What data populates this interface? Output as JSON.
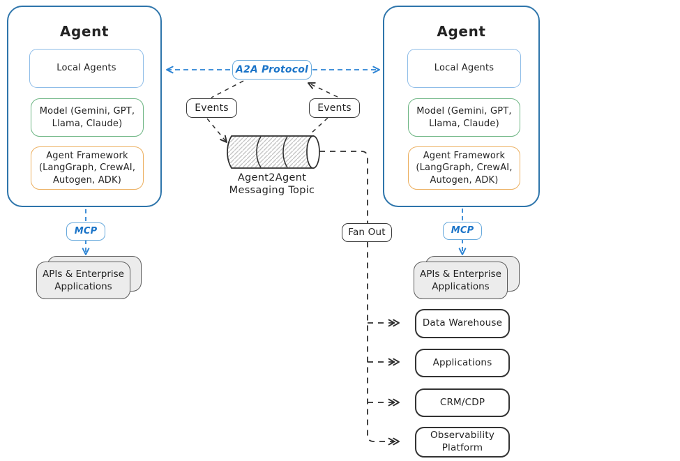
{
  "palette": {
    "agent_border": "#2e75ab",
    "local_agents_border": "#8fbde8",
    "model_border": "#6db583",
    "framework_border": "#ecaf5f",
    "protocol_blue": "#1b74c8",
    "arrow_blue": "#2b83d4",
    "line_dark": "#2f2f2f",
    "card_fill": "#ececec"
  },
  "agent": {
    "title": "Agent",
    "local_agents": "Local Agents",
    "model": "Model (Gemini, GPT,\nLlama, Claude)",
    "framework": "Agent Framework\n(LangGraph, CrewAI,\nAutogen, ADK)"
  },
  "protocol": {
    "label": "A2A Protocol"
  },
  "events": {
    "label": "Events"
  },
  "topic": {
    "label": "Agent2Agent\nMessaging Topic"
  },
  "mcp": {
    "label": "MCP"
  },
  "apis": {
    "label": "APIs & Enterprise\nApplications"
  },
  "fan_out": {
    "label": "Fan Out"
  },
  "destinations": [
    {
      "label": "Data Warehouse"
    },
    {
      "label": "Applications"
    },
    {
      "label": "CRM/CDP"
    },
    {
      "label": "Observability\nPlatform"
    }
  ]
}
